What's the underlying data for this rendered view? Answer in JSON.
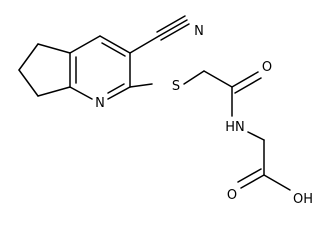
{
  "molecule": {
    "atoms": {
      "nitrile_n": "N",
      "pyridine_n": "N",
      "sulfur": "S",
      "carbonyl_o": "O",
      "amide_nh": "HN",
      "acid_o": "O",
      "acid_oh": "OH"
    }
  },
  "colors": {
    "bond": "#000000",
    "label": "#000000",
    "background": "#ffffff"
  }
}
